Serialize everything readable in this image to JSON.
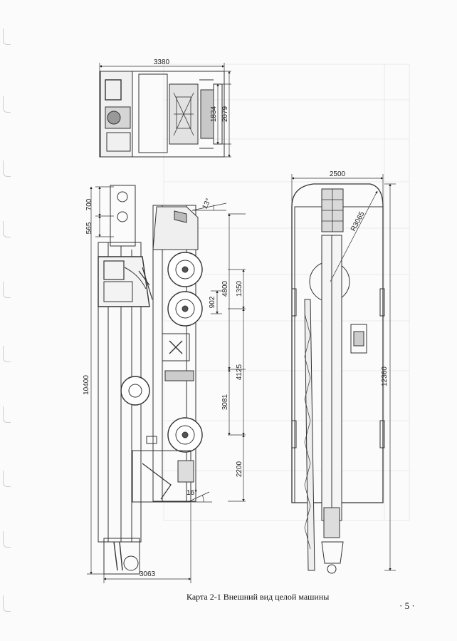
{
  "drawing": {
    "top_view": {
      "width": "3380",
      "dim_a": "1834",
      "dim_b": "2079"
    },
    "side_view": {
      "dim_700": "700",
      "dim_565": "565",
      "angle_top": "13°",
      "dim_1350": "1350",
      "dim_4800": "4800",
      "dim_902": "902",
      "dim_4125": "4125",
      "dim_3081": "3081",
      "dim_10400": "10400",
      "dim_2200": "2200",
      "angle_bottom": "16°",
      "dim_3063": "3063"
    },
    "plan_view": {
      "width": "2500",
      "radius": "R3065",
      "length": "12360"
    }
  },
  "caption": "Карта 2-1 Внешний вид целой машины",
  "page_number": "· 5 ·"
}
